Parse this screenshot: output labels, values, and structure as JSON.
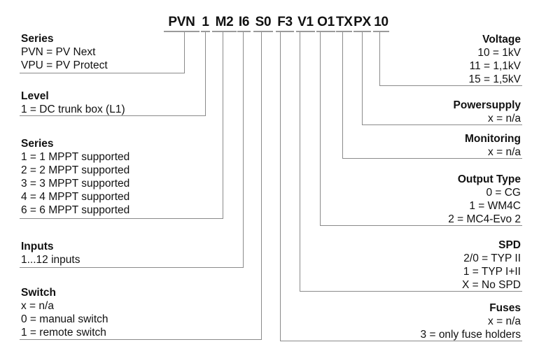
{
  "title": {
    "segments": [
      "PVN",
      "1",
      "M2",
      "I6",
      "S0",
      "F3",
      "V1",
      "O1",
      "TX",
      "PX",
      "10"
    ]
  },
  "left_sections": [
    {
      "id": "series",
      "header": "Series",
      "lines": [
        "PVN = PV Next",
        "VPU = PV Protect"
      ]
    },
    {
      "id": "level",
      "header": "Level",
      "lines": [
        "1 = DC trunk box (L1)"
      ]
    },
    {
      "id": "series-mppt",
      "header": "Series",
      "lines": [
        "1 = 1 MPPT supported",
        "2 = 2 MPPT supported",
        "3 = 3 MPPT supported",
        "4 = 4 MPPT supported",
        "6 = 6 MPPT supported"
      ]
    },
    {
      "id": "inputs",
      "header": "Inputs",
      "lines": [
        "1...12 inputs"
      ]
    },
    {
      "id": "switch",
      "header": "Switch",
      "lines": [
        "x = n/a",
        "0 = manual switch",
        "1 = remote switch"
      ]
    }
  ],
  "right_sections": [
    {
      "id": "voltage",
      "header": "Voltage",
      "lines": [
        "10 = 1kV",
        "11 = 1,1kV",
        "15 = 1,5kV"
      ]
    },
    {
      "id": "powersupply",
      "header": "Powersupply",
      "lines": [
        "x = n/a"
      ]
    },
    {
      "id": "monitoring",
      "header": "Monitoring",
      "lines": [
        "x = n/a"
      ]
    },
    {
      "id": "output-type",
      "header": "Output Type",
      "lines": [
        "0 = CG",
        "1 = WM4C",
        "2 = MC4-Evo 2"
      ]
    },
    {
      "id": "spd",
      "header": "SPD",
      "lines": [
        "2/0 = TYP II",
        "1 = TYP I+II",
        "X = No SPD"
      ]
    },
    {
      "id": "fuses",
      "header": "Fuses",
      "lines": [
        "x = n/a",
        "3 = only fuse holders"
      ]
    }
  ],
  "colors": {
    "background": "#ffffff",
    "text": "#111111",
    "line": "#8a8a8a",
    "title_underline": "#9a9a9a"
  }
}
